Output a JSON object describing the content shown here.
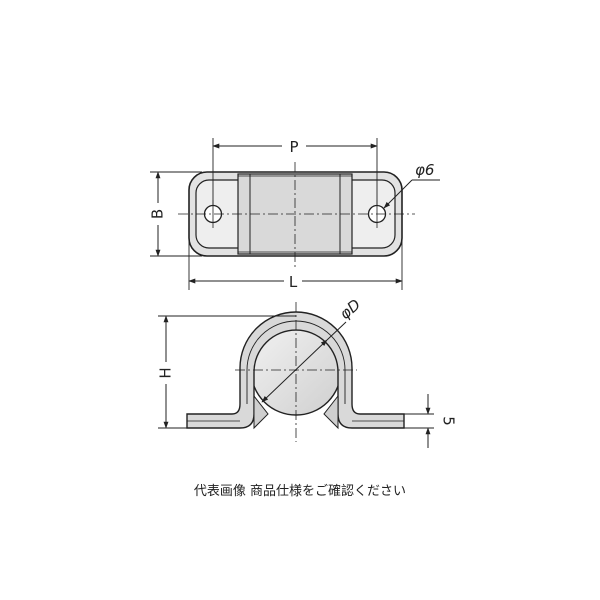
{
  "dimensions": {
    "pitch": "P",
    "width": "B",
    "length": "L",
    "hole_diameter": "φ6",
    "pipe_diameter": "φD",
    "height": "H",
    "thickness": "5"
  },
  "caption": "代表画像 商品仕様をご確認ください",
  "colors": {
    "line": "#222222",
    "shade": "#d6d6d6",
    "shade_light": "#ececec"
  }
}
